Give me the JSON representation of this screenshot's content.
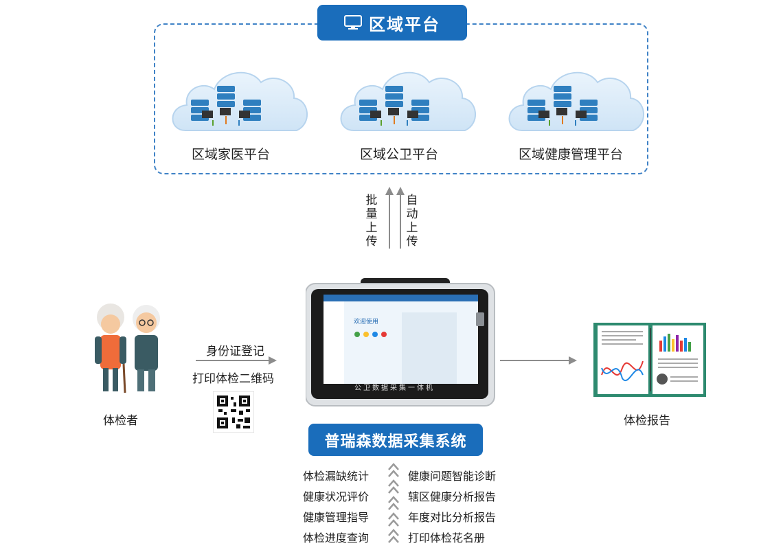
{
  "region": {
    "title": "区域平台",
    "icon": "monitor-icon",
    "platforms": [
      {
        "label": "区域家医平台"
      },
      {
        "label": "区域公卫平台"
      },
      {
        "label": "区域健康管理平台"
      }
    ]
  },
  "upload": {
    "batch_chars": [
      "批",
      "量",
      "上",
      "传"
    ],
    "auto_chars": [
      "自",
      "动",
      "上",
      "传"
    ]
  },
  "person": {
    "label": "体检者",
    "step1": "身份证登记",
    "step2": "打印体检二维码"
  },
  "device": {
    "bezel_text": "公卫数据采集一体机",
    "screen_title": "欢迎使用"
  },
  "report": {
    "label": "体检报告"
  },
  "system": {
    "title": "普瑞森数据采集系统",
    "left_features": [
      "体检漏缺统计",
      "健康状况评价",
      "健康管理指导",
      "体检进度查询"
    ],
    "right_features": [
      "健康问题智能诊断",
      "辖区健康分析报告",
      "年度对比分析报告",
      "打印体检花名册"
    ]
  },
  "colors": {
    "brand_blue": "#1a6dbb",
    "dashed_border": "#3f82c6",
    "arrow_gray": "#8c8c8c"
  }
}
